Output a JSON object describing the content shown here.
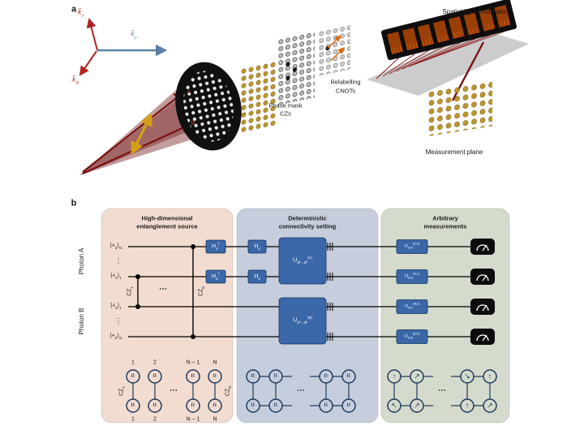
{
  "panel_a": {
    "label": "a",
    "vectors": {
      "ka": {
        "base": "k⃗",
        "sub": "A"
      },
      "kp": {
        "base": "k⃗",
        "sub": "p"
      },
      "kb": {
        "base": "k⃗",
        "sub": "B"
      }
    },
    "disk": {
      "a": "A",
      "b": "B"
    },
    "labels": {
      "phase_mask_1": "Phase mask",
      "phase_mask_2": "CZs",
      "relabel_1": "Relabelling",
      "relabel_2": "CNOTs",
      "slm": "Spatial light modulator",
      "meas_plane": "Measurement plane"
    }
  },
  "panel_b": {
    "label": "b",
    "photon_a": "Photon A",
    "photon_b": "Photon B",
    "boxes": [
      {
        "l1": "High-dimensional",
        "l2": "entanglement source"
      },
      {
        "l1": "Deterministic",
        "l2": "connectivity setting"
      },
      {
        "l1": "Arbitrary",
        "l2": "measurements"
      }
    ],
    "kets": [
      {
        "p1": "|+",
        "s1": "d",
        "p2": "⟩",
        "s2": "N"
      },
      {
        "p1": "|+",
        "s1": "d",
        "p2": "⟩",
        "s2": "1"
      },
      {
        "p1": "|+",
        "s1": "d",
        "p2": "⟩",
        "s2": "1"
      },
      {
        "p1": "|+",
        "s1": "d",
        "p2": "⟩",
        "s2": "N"
      }
    ],
    "vdots": "⋮",
    "cdots": "⋯",
    "cz1": {
      "base": "CZ",
      "sub": "1"
    },
    "czn": {
      "base": "CZ",
      "sub": "N"
    },
    "gates": {
      "h_dag": {
        "base": "H",
        "sub": "d",
        "sup": "†"
      },
      "h": {
        "base": "H",
        "sub": "d"
      },
      "ua": {
        "base": "U",
        "sub": "dᴺ→dᴺ",
        "sup": "(A)"
      },
      "ub": {
        "base": "U",
        "sub": "dᴺ→dᴺ",
        "sup": "(B)"
      },
      "meas": [
        {
          "base": "U",
          "sub": "d×d",
          "sup": "(A,N)"
        },
        {
          "base": "U",
          "sub": "d×d",
          "sup": "(A,1)"
        },
        {
          "base": "U",
          "sub": "d×d",
          "sup": "(B,1)"
        },
        {
          "base": "U",
          "sub": "d×d",
          "sup": "(B,N)"
        }
      ]
    },
    "lattice": {
      "cols": [
        "1",
        "2",
        "N – 1",
        "N"
      ],
      "identity": "II",
      "arrows_top": [
        "↑",
        "↗",
        "↘",
        "↑"
      ],
      "arrows_bottom": [
        "↖",
        "↗",
        "↑",
        "↗"
      ]
    }
  },
  "colors": {
    "gate_blue": "#3a67a8",
    "gold": "#c0962b",
    "cone_red": "#7a1f1f",
    "box_pink": "#f2dcd0",
    "box_blue": "#c6cedd",
    "box_green": "#d5dbcc",
    "node_navy": "#1e3a5f",
    "slm_orange": "#b24a08"
  }
}
